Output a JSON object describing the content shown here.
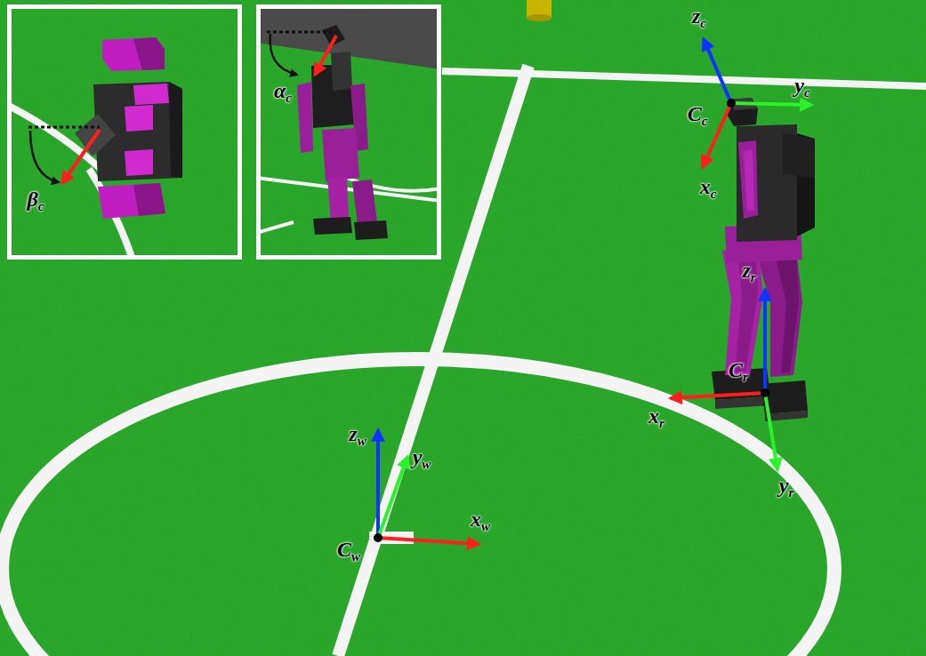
{
  "diagram": {
    "labels": [
      "βc",
      "αc",
      "zc",
      "yc",
      "Cc",
      "xc",
      "zr",
      "Cr",
      "xr",
      "yr",
      "zw",
      "yw",
      "Cw",
      "xw"
    ]
  }
}
